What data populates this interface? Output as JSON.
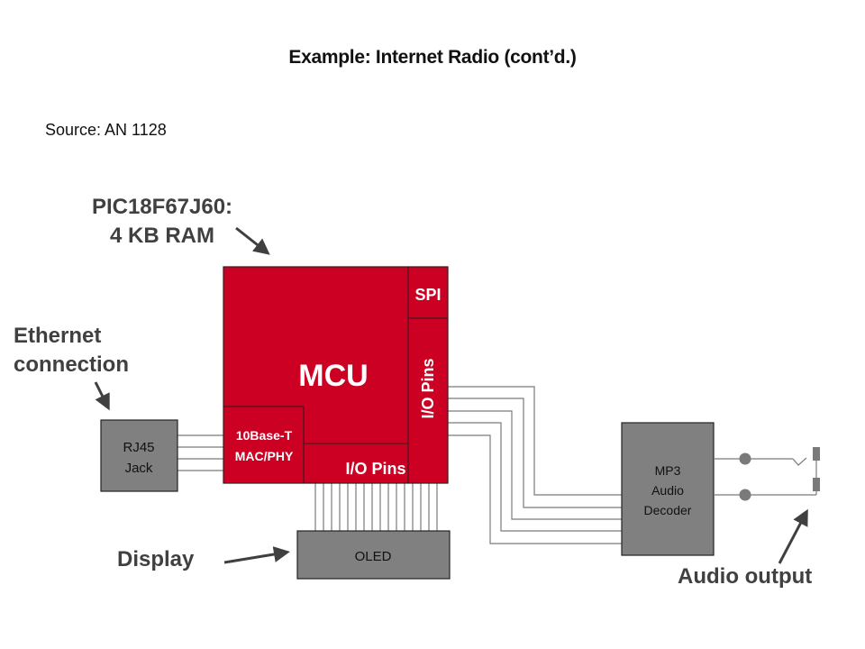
{
  "slide": {
    "title": "Example: Internet Radio (cont’d.)",
    "source": "Source: AN 1128"
  },
  "annotations": {
    "mcu_part_line1": "PIC18F67J60:",
    "mcu_part_line2": "4 KB RAM",
    "ethernet_line1": "Ethernet",
    "ethernet_line2": "connection",
    "display": "Display",
    "audio_output": "Audio output"
  },
  "blocks": {
    "mcu": "MCU",
    "spi": "SPI",
    "io_pins_vertical": "I/O Pins",
    "io_pins_bottom": "I/O Pins",
    "mac_line1": "10Base-T",
    "mac_line2": "MAC/PHY",
    "rj45_line1": "RJ45",
    "rj45_line2": "Jack",
    "oled": "OLED",
    "mp3_line1": "MP3",
    "mp3_line2": "Audio",
    "mp3_line3": "Decoder"
  },
  "colors": {
    "mcu_red": "#CC0022",
    "block_gray": "#808080",
    "wire_gray": "#7a7a7a",
    "label_text": "#404040"
  }
}
